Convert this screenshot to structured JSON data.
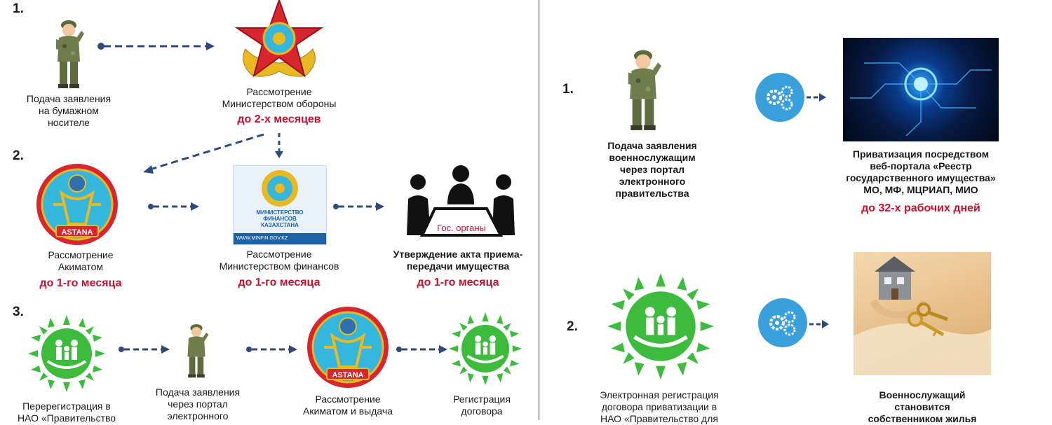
{
  "left": {
    "step1": {
      "num": "1.",
      "applicant_caption": "Подача заявления\nна бумажном\nносителе",
      "mod_caption": "Рассмотрение\nМинистерством  обороны",
      "mod_term": "до 2-х месяцев"
    },
    "step2": {
      "num": "2.",
      "akimat_caption": "Рассмотрение\nАкиматом",
      "akimat_term": "до 1-го месяца",
      "minfin_caption": "Рассмотрение\nМинистерством  финансов",
      "minfin_term": "до 1-го месяца",
      "minfin_logo_text": "МИНИСТЕРСТВО\nФИНАНСОВ\nКАЗАХСТАНА",
      "minfin_logo_url": "WWW.MINFIN.GOV.KZ",
      "act_caption": "Утверждение акта приема-\nпередачи имущества",
      "act_term": "до 1-го месяца",
      "gov_label": "Гос. органы"
    },
    "step3": {
      "num": "3.",
      "rereg_caption": "Перерегистрация в\nНАО «Правительство",
      "apply_caption": "Подача заявления\nчерез портал\nэлектронного",
      "akimat_caption": "Рассмотрение\nАкиматом  и выдача",
      "reg_caption": "Регистрация\nдоговора"
    },
    "astana_text": "ASTANA"
  },
  "right": {
    "step1": {
      "num": "1.",
      "applicant_caption": "Подача заявления\nвоеннослужащим\nчерез портал\nэлектронного\nправительства",
      "portal_caption": "Приватизация посредством\nвеб-портала «Реестр\nгосударственного  имущества»\nМО, МФ, МЦРИАП, МИО",
      "portal_term": "до 32-х рабочих дней"
    },
    "step2": {
      "num": "2.",
      "ereg_caption": "Электронная регистрация\nдоговора приватизации в\nНАО «Правительство для",
      "owner_caption": "Военнослужащий\nстановится\nсобственником жилья"
    }
  },
  "colors": {
    "arrow": "#2e4a7d",
    "term_red": "#c8102e",
    "gov_green": "#3dbb3d",
    "gear_blue": "#3aa0dc",
    "akimat_red": "#d8262f",
    "akimat_blue": "#35b6dd",
    "gold": "#e8b923"
  }
}
